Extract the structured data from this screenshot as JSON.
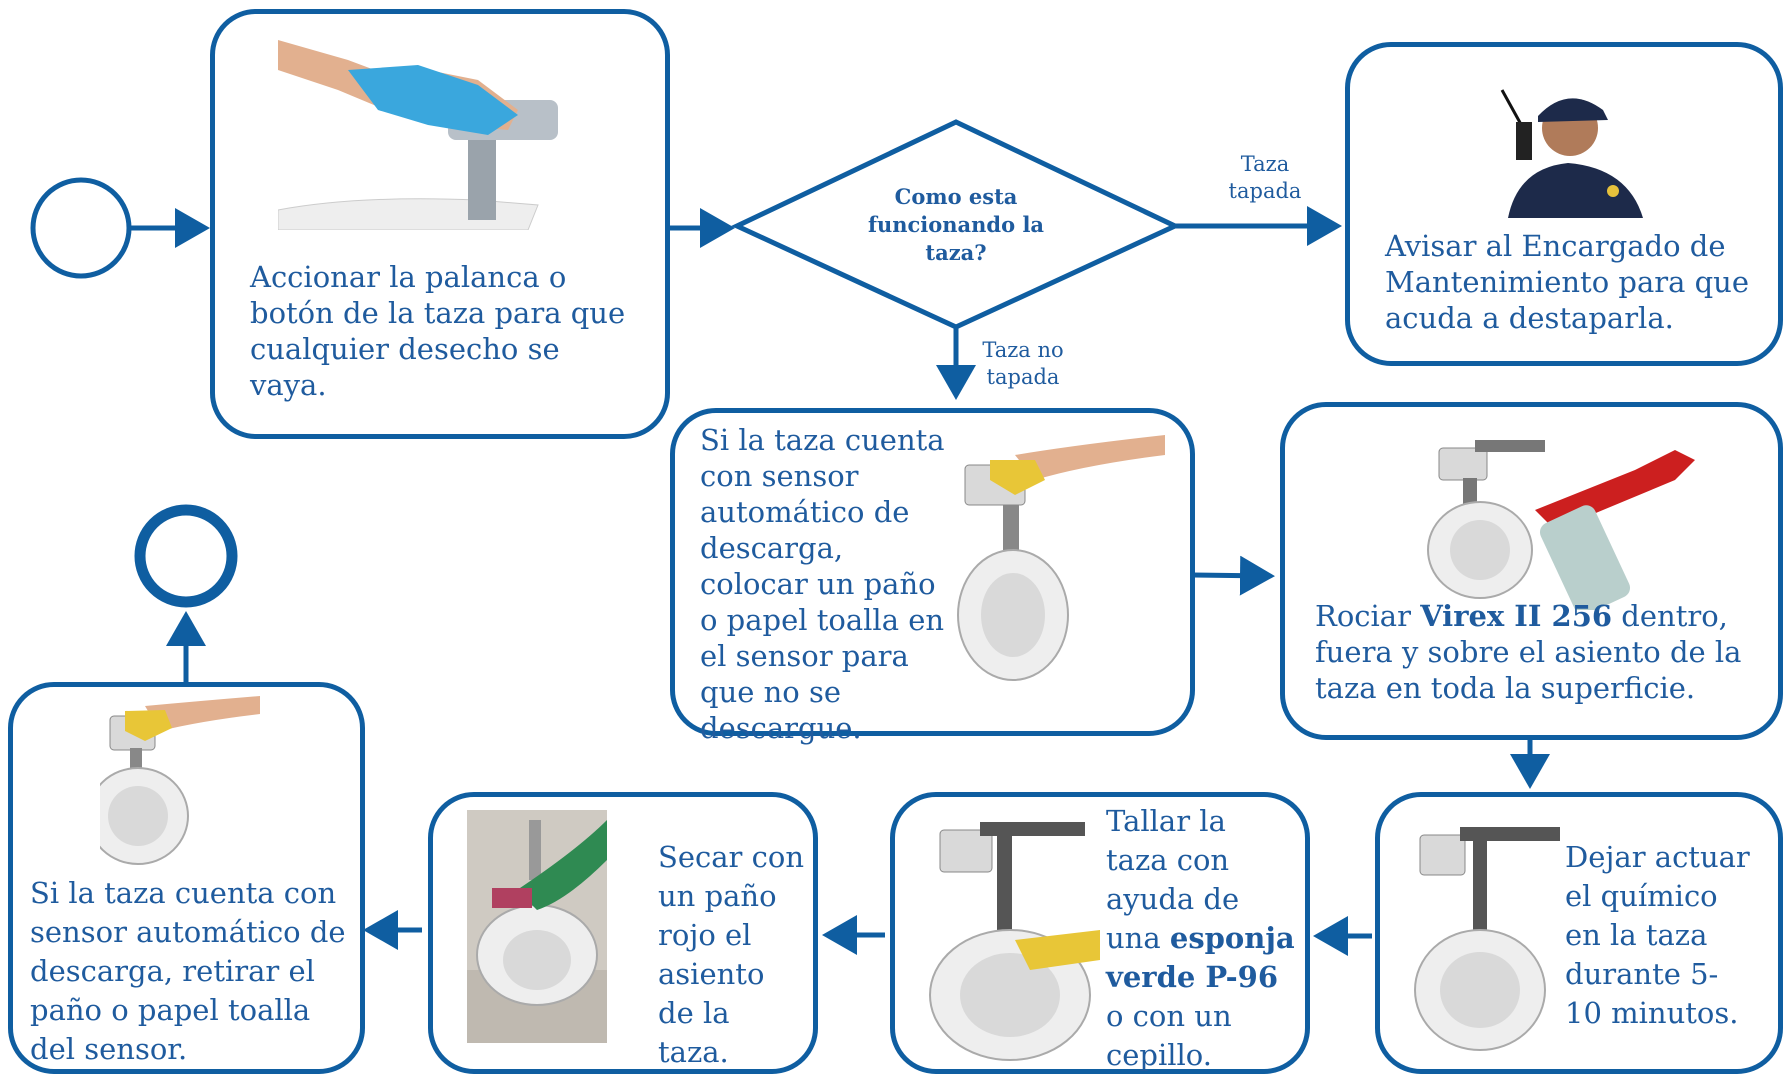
{
  "steps": {
    "step1": "Accionar la palanca o botón de la taza para que cualquier desecho se vaya.",
    "decision": "Como esta funcionando la taza?",
    "branch_yes": "Taza tapada",
    "branch_no": "Taza no tapada",
    "step_maint": "Avisar al Encargado de Mantenimiento para que acuda a destaparla.",
    "step2": "Si la taza cuenta con sensor automático de descarga, colocar un paño o papel toalla en el sensor para que no se descargue.",
    "step3_a": "Rociar ",
    "step3_b": "Virex II 256",
    "step3_c": " dentro, fuera y sobre el asiento de la taza en toda la superficie.",
    "step4": "Dejar actuar el químico en la taza durante 5-10 minutos.",
    "step5_a": "Tallar la taza con ayuda de una ",
    "step5_b": "esponja verde P-96",
    "step5_c": " o con un cepillo.",
    "step6": "Secar con un paño rojo  el asiento de la taza.",
    "step7": "Si la taza cuenta con sensor automático de descarga, retirar el paño o papel toalla del sensor."
  },
  "colors": {
    "stroke": "#0f5ea1",
    "text": "#1f5b9e"
  }
}
